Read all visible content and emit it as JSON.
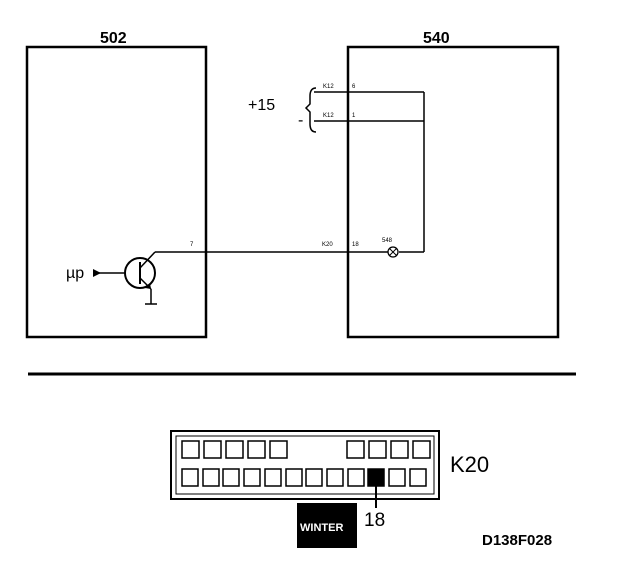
{
  "diagram": {
    "unit_left": {
      "label": "502"
    },
    "unit_right": {
      "label": "540"
    },
    "supply": {
      "label": "+15",
      "dash": "-"
    },
    "wires": [
      {
        "code": "K12",
        "pin": "6"
      },
      {
        "code": "K12",
        "pin": "1"
      },
      {
        "code": "K20",
        "pin": "18"
      }
    ],
    "transistor": {
      "pin": "7",
      "input_label": "µp"
    },
    "lamp": {
      "label": "548"
    },
    "connector": {
      "name": "K20",
      "highlighted_pin": "18",
      "badge": "WINTER"
    },
    "figure_code": "D138F028"
  }
}
